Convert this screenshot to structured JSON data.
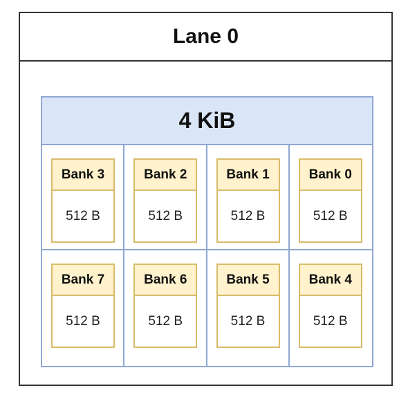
{
  "lane": {
    "title": "Lane 0"
  },
  "memory": {
    "title": "4 KiB",
    "banks": [
      {
        "name": "Bank 3",
        "size": "512 B"
      },
      {
        "name": "Bank 2",
        "size": "512 B"
      },
      {
        "name": "Bank 1",
        "size": "512 B"
      },
      {
        "name": "Bank 0",
        "size": "512 B"
      },
      {
        "name": "Bank 7",
        "size": "512 B"
      },
      {
        "name": "Bank 6",
        "size": "512 B"
      },
      {
        "name": "Bank 5",
        "size": "512 B"
      },
      {
        "name": "Bank 4",
        "size": "512 B"
      }
    ]
  },
  "colors": {
    "lane_border": "#333333",
    "memory_border": "#8fa8d4",
    "memory_header_fill": "#dae6f7",
    "bank_border": "#d9bb6a",
    "bank_header_fill": "#fff2cc"
  }
}
